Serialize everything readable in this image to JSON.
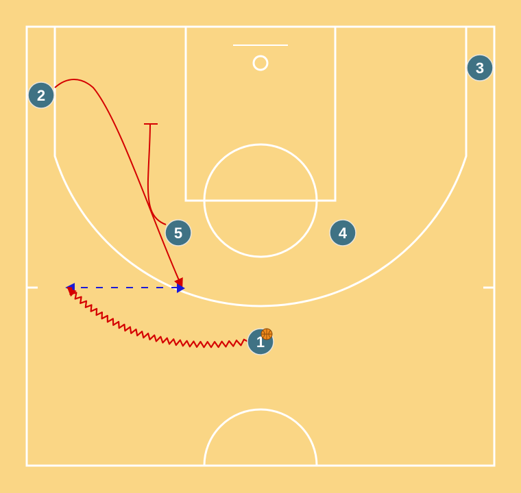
{
  "colors": {
    "court": "#fad685",
    "lines": "#ffffff",
    "player": "#3f7284",
    "player_stroke": "#e8e4dc",
    "action_path": "#d40000",
    "pass": "#1a1ad8",
    "ball": "#f08a1c"
  },
  "players": [
    {
      "id": "p1",
      "label": "1",
      "has_ball": true
    },
    {
      "id": "p2",
      "label": "2"
    },
    {
      "id": "p3",
      "label": "3"
    },
    {
      "id": "p4",
      "label": "4"
    },
    {
      "id": "p5",
      "label": "5"
    }
  ],
  "actions": [
    {
      "type": "cut",
      "from": "2"
    },
    {
      "type": "screen",
      "from": "5"
    },
    {
      "type": "dribble",
      "from": "1"
    },
    {
      "type": "pass"
    }
  ],
  "icons": {
    "ball": "basketball-icon"
  }
}
